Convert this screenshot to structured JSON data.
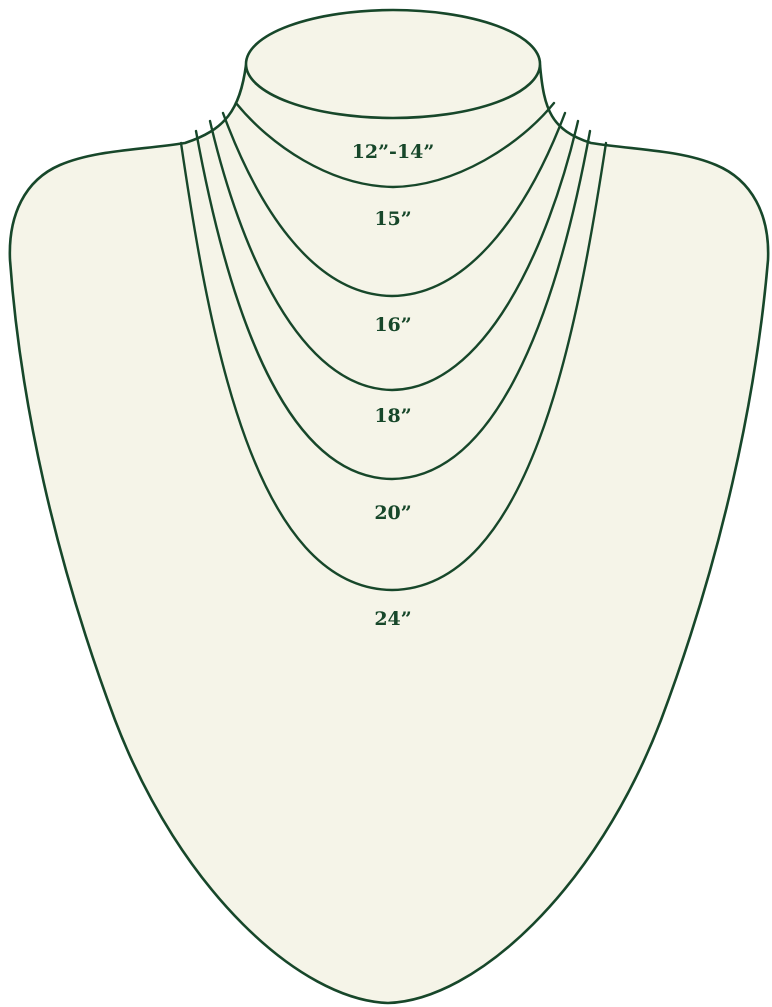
{
  "colors": {
    "outline": "#17472a",
    "fill": "#f5f4e8",
    "background": "#ffffff"
  },
  "labels": {
    "choker": "12”-14”",
    "len15": "15”",
    "len16": "16”",
    "len18": "18”",
    "len20": "20”",
    "len24": "24”"
  }
}
